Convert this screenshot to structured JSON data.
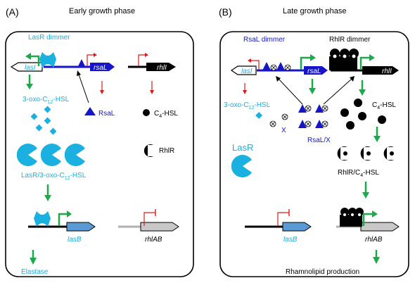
{
  "panel_a": {
    "label": "(A)",
    "title": "Early growth phase",
    "lasr_dimmer": "LasR dimmer",
    "lasI": "lasI",
    "rsaL": "rsaL",
    "rhlI": "rhlI",
    "oxo_prefix": "3-oxo-C",
    "oxo_sub": "12",
    "oxo_suffix": "-HSL",
    "rsal_protein": "RsaL",
    "c4_prefix": "C",
    "c4_sub": "4",
    "c4_suffix": "-HSL",
    "rhlr": "RhlR",
    "complex_prefix": "LasR/3-oxo-C",
    "complex_sub": "12",
    "complex_suffix": "-HSL",
    "lasB": "lasB",
    "rhlAB": "rhlAB",
    "elastase": "Elastase"
  },
  "panel_b": {
    "label": "(B)",
    "title": "Late growth phase",
    "rsal_dimmer": "RsaL dimmer",
    "rhlr_dimmer": "RhlR dimmer",
    "lasI": "lasI",
    "rsaL": "rsaL",
    "rhlI": "rhlI",
    "oxo_prefix": "3-oxo-C",
    "oxo_sub": "12",
    "oxo_suffix": "-HSL",
    "x_label": "X",
    "rsalx": "RsaL/X",
    "c4_prefix": "C",
    "c4_sub": "4",
    "c4_suffix": "-HSL",
    "lasr": "LasR",
    "complex_prefix": "RhlR/C",
    "complex_sub": "4",
    "complex_suffix": "-HSL",
    "lasB": "lasB",
    "rhlAB": "rhlAB",
    "rhamnolipid": "Rhamnolipid production"
  },
  "colors": {
    "cyan": "#1ab0e0",
    "blue": "#1616c8",
    "green": "#1aaa4a",
    "red": "#e01818",
    "gene_gray": "#c8c8c8",
    "gene_blue": "#5b9bd5"
  }
}
